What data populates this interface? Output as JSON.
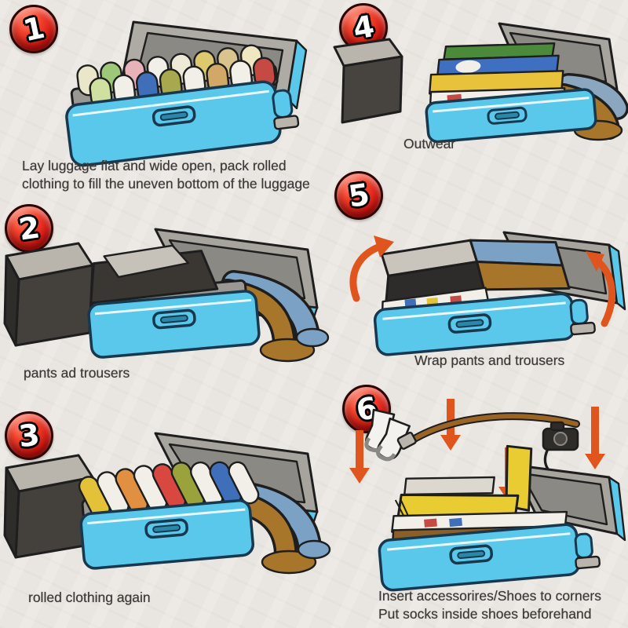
{
  "title": "suitcase-packing-steps-infographic",
  "steps": [
    {
      "number": "1",
      "caption": "Lay luggage flat and wide open, pack rolled\nclothing to fill the uneven bottom of the luggage"
    },
    {
      "number": "2",
      "caption": "pants ad trousers"
    },
    {
      "number": "3",
      "caption": "rolled clothing again"
    },
    {
      "number": "4",
      "caption": "Outwear"
    },
    {
      "number": "5",
      "caption": "Wrap pants and trousers"
    },
    {
      "number": "6",
      "caption": "Insert accessorires/Shoes to corners\nPut socks inside shoes beforehand"
    }
  ],
  "colors": {
    "background": "#e9e6e1",
    "badge_red": "#d31410",
    "suitcase_blue": "#5ac8ea",
    "suitcase_outline": "#17384f",
    "interior_gray": "#9b9893",
    "lid_gray": "#aeaba4",
    "pants_brown": "#a8762a",
    "pants_blue": "#7ba1c4",
    "arrow_orange": "#e0551e",
    "scarf_yellow": "#e9cc32",
    "caption_text": "#3b3835"
  }
}
